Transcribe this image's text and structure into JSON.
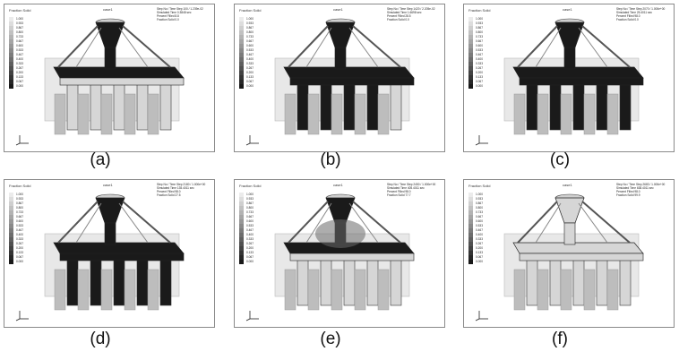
{
  "legend": {
    "title": "Fraction Solid",
    "ticks": [
      "1.000",
      "0.933",
      "0.867",
      "0.800",
      "0.733",
      "0.667",
      "0.600",
      "0.533",
      "0.467",
      "0.400",
      "0.333",
      "0.267",
      "0.200",
      "0.133",
      "0.067",
      "0.000"
    ]
  },
  "panels": [
    {
      "caption": "(a)",
      "case": "case1",
      "step": "Step No / Time Step   100 / 1.239e-02",
      "time": "Simulated Time    0.3848 sec",
      "filled": "Percent Filled    8.8",
      "solid": "Fraction Solid    0.0",
      "fill_level": 0.35
    },
    {
      "caption": "(b)",
      "case": "case1",
      "step": "Step No / Time Step   1420 / 2.205e-02",
      "time": "Simulated Time    1.6698 sec",
      "filled": "Percent Filled    28.5",
      "solid": "Fraction Solid    0.0",
      "fill_level": 0.7
    },
    {
      "caption": "(c)",
      "case": "case1",
      "step": "Step No / Time Step   2070 / 1.000e+00",
      "time": "Simulated Time    25.4011 sec",
      "filled": "Percent Filled    98.0",
      "solid": "Fraction Solid    0.0",
      "fill_level": 1.0
    },
    {
      "caption": "(d)",
      "case": "case1",
      "step": "Step No / Time Step   2180 / 1.000e+00",
      "time": "Simulated Time    135.4011 sec",
      "filled": "Percent Filled    98.0",
      "solid": "Fraction Solid    27.5",
      "fill_level": 0.75
    },
    {
      "caption": "(e)",
      "case": "case1",
      "step": "Step No / Time Step   2450 / 1.000e+00",
      "time": "Simulated Time    405.4011 sec",
      "filled": "Percent Filled    98.0",
      "solid": "Fraction Solid    77.7",
      "fill_level": 0.35
    },
    {
      "caption": "(f)",
      "case": "case1",
      "step": "Step No / Time Step   2683 / 1.000e+00",
      "time": "Simulated Time    638.4011 sec",
      "filled": "Percent Filled    98.0",
      "solid": "Fraction Solid    99.9",
      "fill_level": 0.05
    }
  ]
}
